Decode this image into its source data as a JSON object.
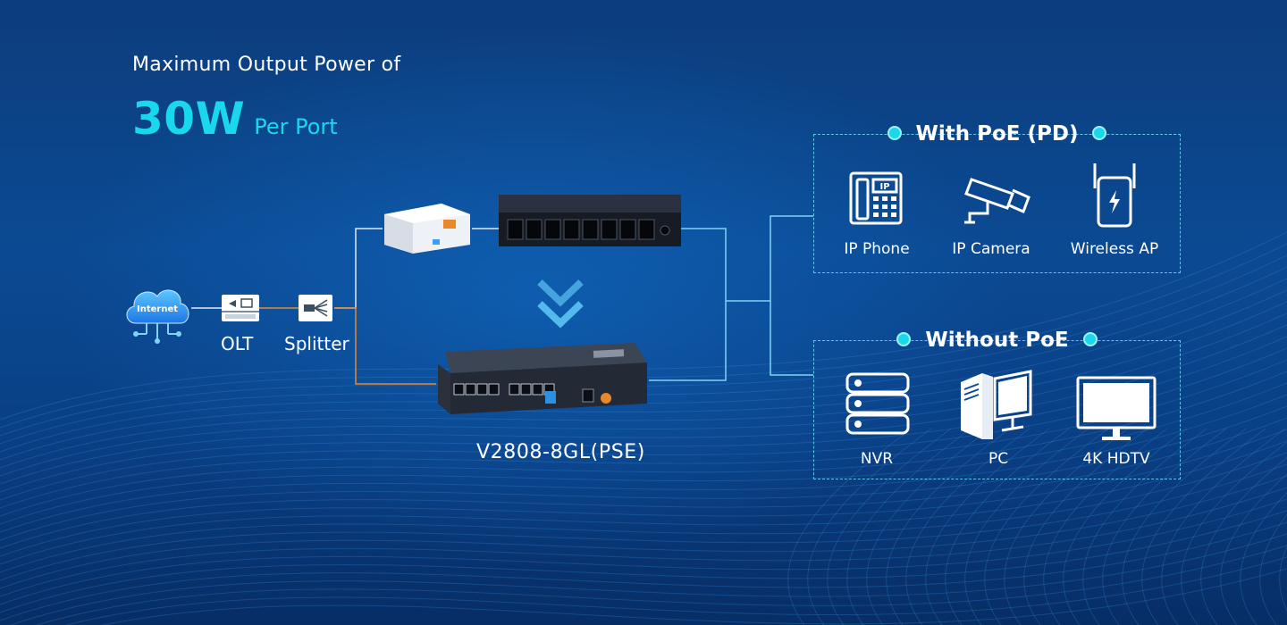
{
  "headline": {
    "line1": "Maximum Output Power of",
    "big_value": "30W",
    "big_unit": "Per Port"
  },
  "topology": {
    "internet_label": "Internet",
    "olt_label": "OLT",
    "splitter_label": "Splitter",
    "model_label": "V2808-8GL(PSE)"
  },
  "groups": {
    "with_poe": {
      "title": "With PoE (PD)",
      "devices": [
        {
          "label": "IP Phone",
          "icon": "ip-phone-icon",
          "icon_text": "IP"
        },
        {
          "label": "IP Camera",
          "icon": "ip-camera-icon"
        },
        {
          "label": "Wireless AP",
          "icon": "wireless-ap-icon"
        }
      ]
    },
    "without_poe": {
      "title": "Without PoE",
      "devices": [
        {
          "label": "NVR",
          "icon": "nvr-icon"
        },
        {
          "label": "PC",
          "icon": "pc-icon"
        },
        {
          "label": "4K HDTV",
          "icon": "tv-icon"
        }
      ]
    }
  },
  "colors": {
    "accent": "#19d8ec",
    "fiber_line": "#e8882b",
    "ethernet_line": "#7fd3f5"
  }
}
